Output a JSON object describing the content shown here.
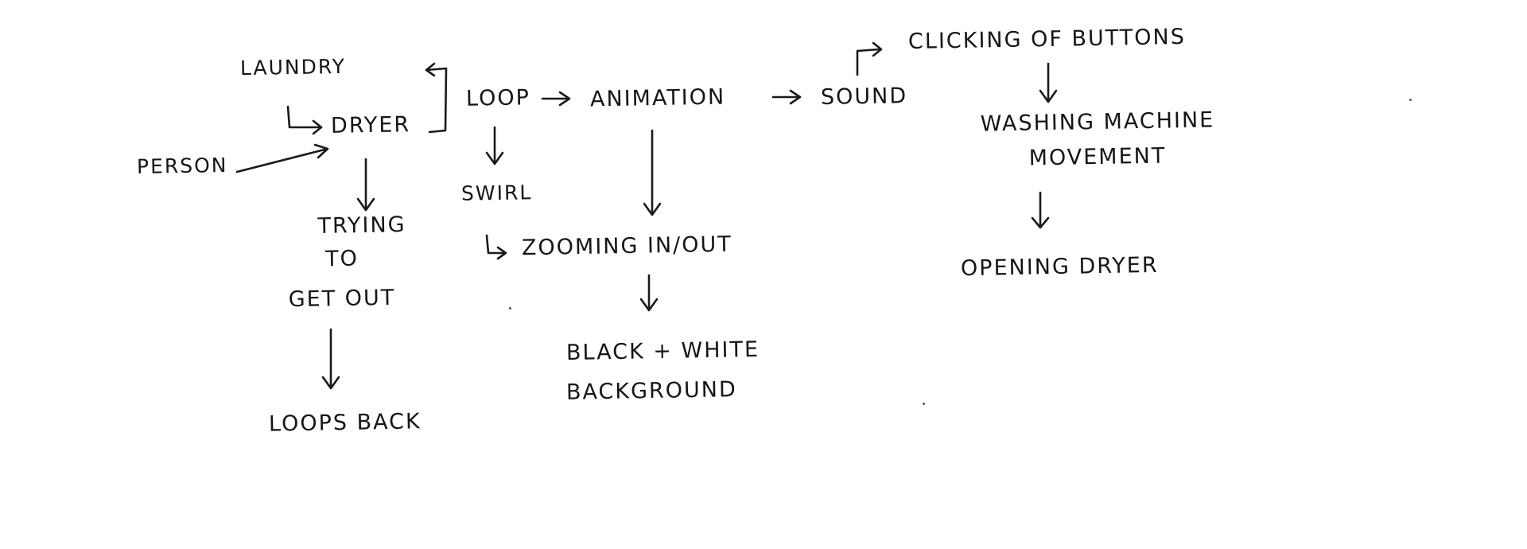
{
  "nodes": {
    "laundry": "LAUNDRY",
    "dryer": "DRYER",
    "person": "PERSON",
    "loop": "LOOP",
    "animation": "ANIMATION",
    "sound": "SOUND",
    "clicking_of_buttons": "CLICKING OF BUTTONS",
    "washing_machine": "WASHING MACHINE",
    "movement": "MOVEMENT",
    "opening_dryer": "OPENING DRYER",
    "swirl": "SWIRL",
    "zooming_in_out": "ZOOMING IN/OUT",
    "black_white": "BLACK + WHITE",
    "background": "BACKGROUND",
    "trying": "TRYING",
    "to": "TO",
    "get_out": "GET OUT",
    "loops_back": "LOOPS BACK"
  },
  "stroke_color": "#1a1a1a",
  "paper_color": "#ffffff"
}
